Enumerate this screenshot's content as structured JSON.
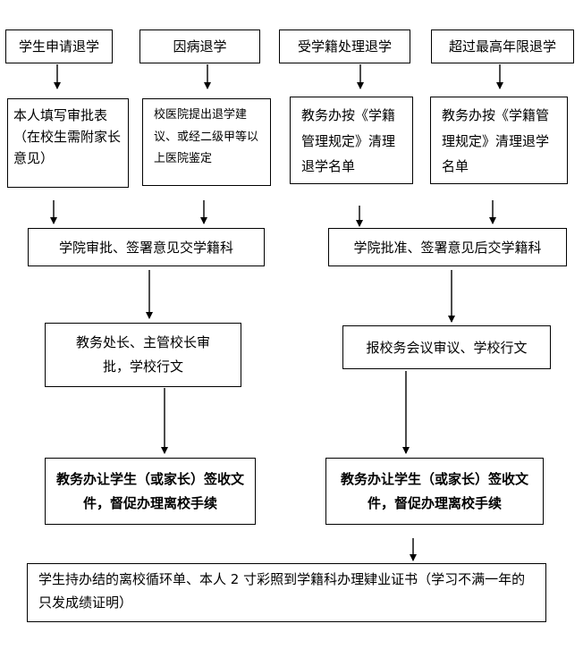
{
  "flowchart": {
    "nodes": {
      "start1": "学生申请退学",
      "start2": "因病退学",
      "start3": "受学籍处理退学",
      "start4": "超过最高年限退学",
      "step1": "本人填写审批表（在校生需附家长意见）",
      "step2": "校医院提出退学建议、或经二级甲等以上医院鉴定",
      "step3": "教务办按《学籍管理规定》清理退学名单",
      "step4": "教务办按《学籍管理规定》清理退学名单",
      "merge_left": "学院审批、签署意见交学籍科",
      "merge_right": "学院批准、签署意见后交学籍科",
      "approve_left": "教务处长、主管校长审批，学校行文",
      "approve_right": "报校务会议审议、学校行文",
      "sign_left": "教务办让学生（或家长）签收文件，督促办理离校手续",
      "sign_right": "教务办让学生（或家长）签收文件，督促办理离校手续",
      "final": "学生持办结的离校循环单、本人 2 寸彩照到学籍科办理肄业证书（学习不满一年的只发成绩证明）"
    }
  }
}
